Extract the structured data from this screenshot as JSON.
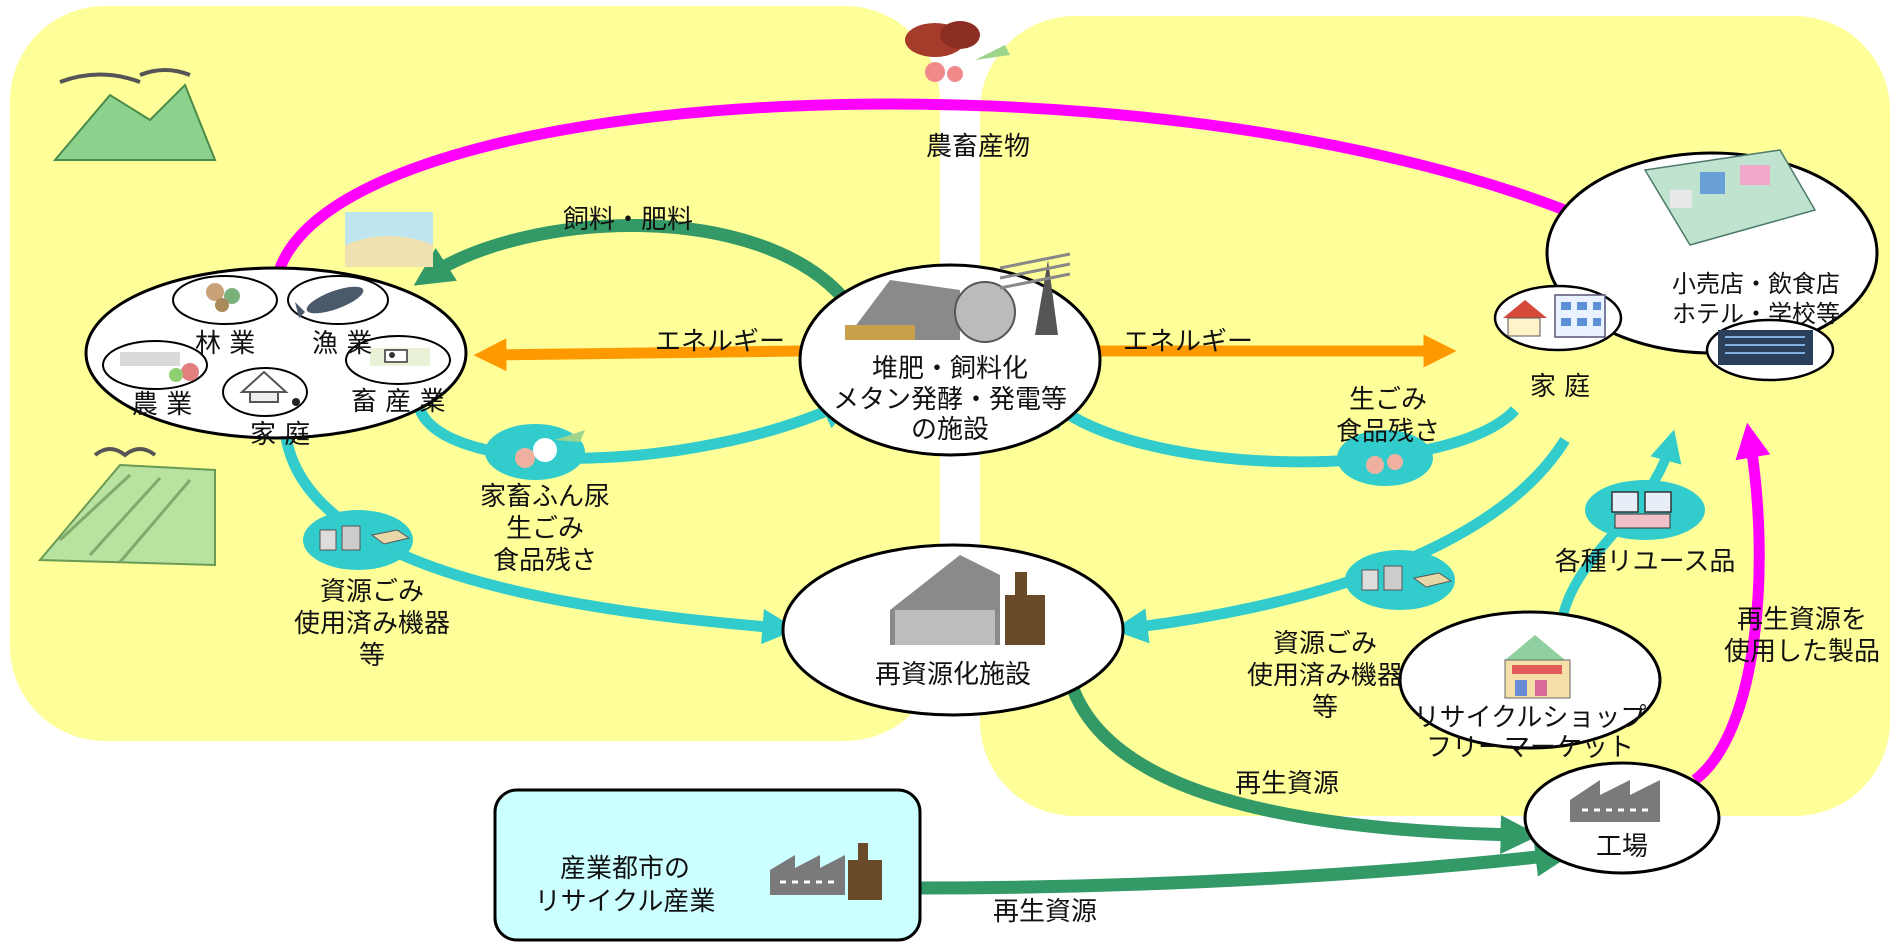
{
  "colors": {
    "region_fill": "#ffff99",
    "teal_arrow": "#33cccc",
    "green_arrow": "#339966",
    "orange_arrow": "#ff9900",
    "magenta_arrow": "#ff00ff",
    "industry_box": "#ccffff"
  },
  "rural": {
    "sectors": {
      "forestry": "林 業",
      "fishery": "漁 業",
      "agriculture": "農 業",
      "livestock": "畜 産 業",
      "household": "家 庭"
    }
  },
  "facilities": {
    "compost": {
      "line1": "堆肥・飼料化",
      "line2": "メタン発酵・発電等",
      "line3": "の施設"
    },
    "recycling": "再資源化施設",
    "factory": "工場",
    "retail": {
      "line1": "小売店・飲食店",
      "line2": "ホテル・学校等"
    },
    "urban_household": "家 庭",
    "recycle_shop": {
      "line1": "リサイクルショップ",
      "line2": "フリーマーケット"
    },
    "industry_city": {
      "line1": "産業都市の",
      "line2": "リサイクル産業"
    }
  },
  "flows": {
    "agri_products": "農畜産物",
    "feed_fertilizer": "飼料・肥料",
    "energy_left": "エネルギー",
    "energy_right": "エネルギー",
    "rural_waste": {
      "line1": "家畜ふん尿",
      "line2": "生ごみ",
      "line3": "食品残さ"
    },
    "urban_food_waste": {
      "line1": "生ごみ",
      "line2": "食品残さ"
    },
    "rural_resource": {
      "line1": "資源ごみ",
      "line2": "使用済み機器",
      "line3": "等"
    },
    "urban_resource": {
      "line1": "資源ごみ",
      "line2": "使用済み機器",
      "line3": "等"
    },
    "reuse_items": "各種リユース品",
    "recycled_products": {
      "line1": "再生資源を",
      "line2": "使用した製品"
    },
    "recycled_resource_1": "再生資源",
    "recycled_resource_2": "再生資源"
  },
  "icons": [
    "mountain-forest-icon",
    "farmland-icon",
    "beach-icon",
    "vegetables-icon",
    "timber-icon",
    "fish-icon",
    "cabbage-icon",
    "cow-icon",
    "house-icon",
    "compost-plant-icon",
    "recycling-plant-icon",
    "factory-icon",
    "city-icon",
    "apartment-icon",
    "hotel-icon",
    "shop-icon",
    "reuse-goods-icon",
    "cans-box-icon",
    "food-waste-icon"
  ]
}
